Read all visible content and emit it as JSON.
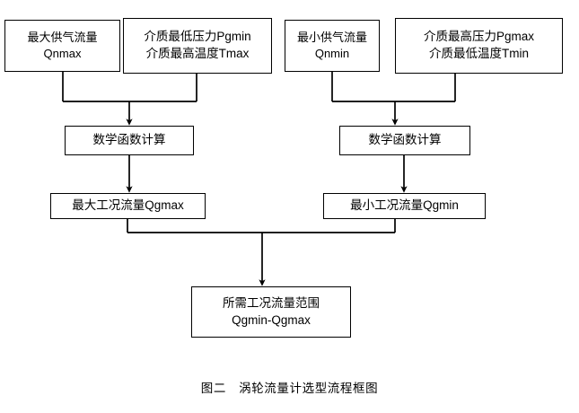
{
  "diagram": {
    "title": "涡轮流量计选型流程框图",
    "caption": "图二　涡轮流量计选型流程框图",
    "colors": {
      "background": "#ffffff",
      "stroke": "#000000",
      "text": "#000000"
    },
    "nodes": {
      "qnmax": {
        "line1": "最大供气流量",
        "line2": "Qnmax"
      },
      "pgmin": {
        "line1": "介质最低压力Pgmin",
        "line2": "介质最高温度Tmax"
      },
      "qnmin": {
        "line1": "最小供气流量",
        "line2": "Qnmin"
      },
      "pgmax": {
        "line1": "介质最高压力Pgmax",
        "line2": "介质最低温度Tmin"
      },
      "calc_left": {
        "line1": "数学函数计算"
      },
      "calc_right": {
        "line1": "数学函数计算"
      },
      "qgmax": {
        "line1": "最大工况流量Qgmax"
      },
      "qgmin": {
        "line1": "最小工况流量Qgmin"
      },
      "range": {
        "line1": "所需工况流量范围",
        "line2": "Qgmin-Qgmax"
      }
    },
    "edges": [
      {
        "from": "qnmax",
        "to": "calc_left",
        "style": "merge-elbow"
      },
      {
        "from": "pgmin",
        "to": "calc_left",
        "style": "merge-elbow"
      },
      {
        "from": "qnmin",
        "to": "calc_right",
        "style": "merge-elbow"
      },
      {
        "from": "pgmax",
        "to": "calc_right",
        "style": "merge-elbow"
      },
      {
        "from": "calc_left",
        "to": "qgmax",
        "style": "straight-arrow"
      },
      {
        "from": "calc_right",
        "to": "qgmin",
        "style": "straight-arrow"
      },
      {
        "from": "qgmax",
        "to": "range",
        "style": "merge-elbow"
      },
      {
        "from": "qgmin",
        "to": "range",
        "style": "merge-elbow"
      }
    ]
  }
}
